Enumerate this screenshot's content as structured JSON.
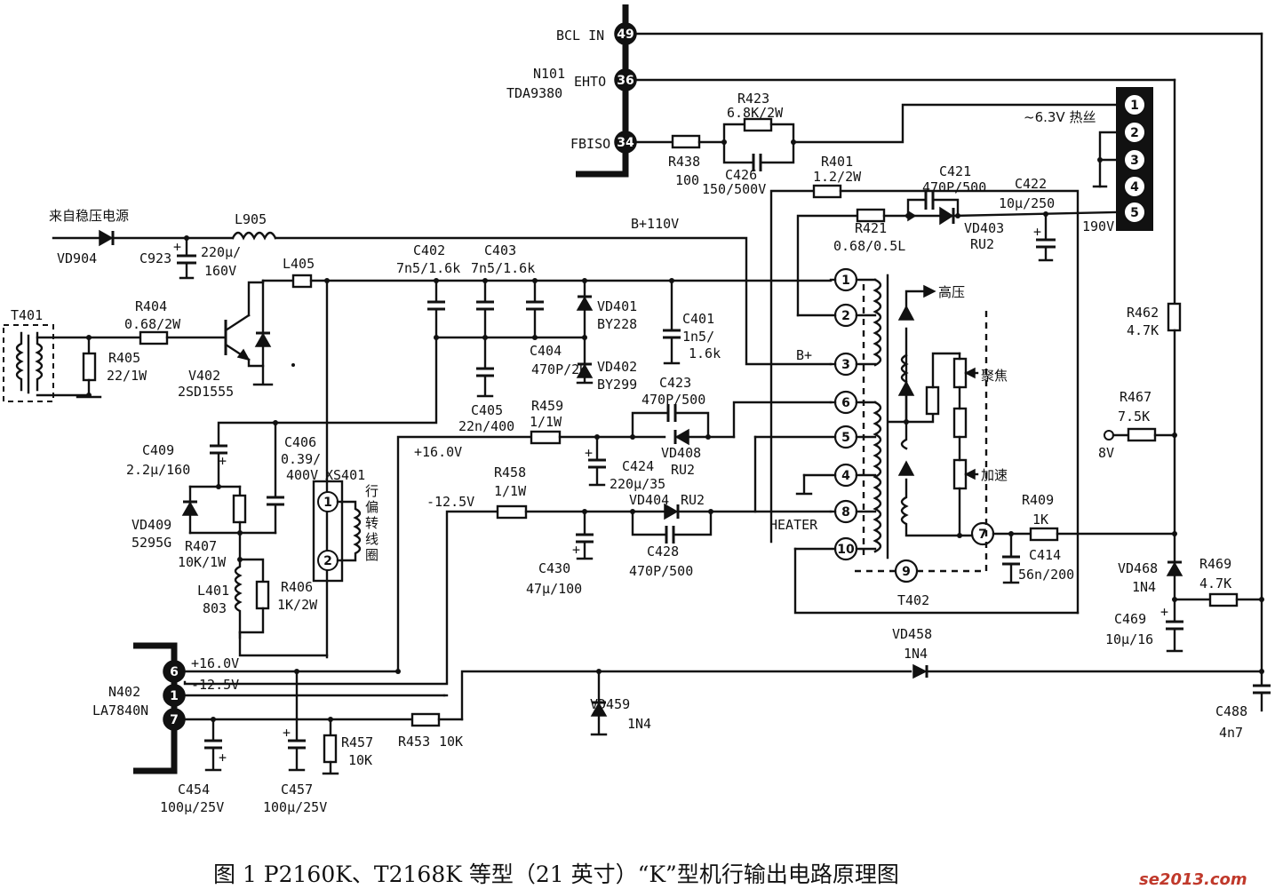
{
  "caption": "图 1    P2160K、T2168K 等型（21 英寸）“K”型机行输出电路原理图",
  "watermark": "se2013.com",
  "ic_n101": {
    "ref": "N101",
    "part": "TDA9380",
    "pins": [
      {
        "num": "49",
        "name": "BCL IN"
      },
      {
        "num": "36",
        "name": "EHTO"
      },
      {
        "num": "34",
        "name": "FBISO"
      }
    ]
  },
  "ic_n402": {
    "ref": "N402",
    "part": "LA7840N",
    "pins": [
      {
        "num": "6",
        "voltage": "+16.0V"
      },
      {
        "num": "1",
        "voltage": "-12.5V"
      },
      {
        "num": "7",
        "voltage": ""
      }
    ]
  },
  "xs401": {
    "ref": "XS401",
    "pins": [
      "1",
      "2"
    ],
    "label": "行偏转线圈"
  },
  "t402": {
    "ref": "T402",
    "pins": [
      "1",
      "2",
      "3",
      "6",
      "5",
      "4",
      "8",
      "10",
      "9",
      "7"
    ],
    "hv": "高压",
    "focus": "聚焦",
    "screen": "加速",
    "heater": "HEATER",
    "bplus": "B+"
  },
  "crt_socket": {
    "pins": [
      "1",
      "2",
      "3",
      "4",
      "5"
    ],
    "heater_label": "~6.3V 热丝",
    "voltage": "190V"
  },
  "nets": {
    "supply_in": "来自稳压电源",
    "b110": "B+110V",
    "p16": "+16.0V",
    "m12": "-12.5V",
    "v8": "8V"
  },
  "components": {
    "r423": [
      "R423",
      "6.8K/2W"
    ],
    "r438": [
      "R438",
      "100"
    ],
    "c426": [
      "C426",
      "150/500V"
    ],
    "r401": [
      "R401",
      "1.2/2W"
    ],
    "c421": [
      "C421",
      "470P/500"
    ],
    "c422": [
      "C422",
      "10μ/250"
    ],
    "r421": [
      "R421",
      "0.68/0.5L"
    ],
    "vd403": [
      "VD403",
      "RU2"
    ],
    "vd904": [
      "VD904"
    ],
    "l905": [
      "L905"
    ],
    "c923": [
      "C923",
      "220μ/",
      "160V"
    ],
    "l405": [
      "L405"
    ],
    "c402": [
      "C402",
      "7n5/1.6k"
    ],
    "c403": [
      "C403",
      "7n5/1.6k"
    ],
    "vd401": [
      "VD401",
      "BY228"
    ],
    "c401": [
      "C401",
      "1n5/",
      "1.6k"
    ],
    "c404": [
      "C404",
      "470P/2K"
    ],
    "vd402": [
      "VD402",
      "BY299"
    ],
    "c405": [
      "C405",
      "22n/400"
    ],
    "t401": [
      "T401"
    ],
    "r404": [
      "R404",
      "0.68/2W"
    ],
    "r405": [
      "R405",
      "22/1W"
    ],
    "v402": [
      "V402",
      "2SD1555"
    ],
    "c409": [
      "C409",
      "2.2μ/160"
    ],
    "c406": [
      "C406",
      "0.39/",
      "400V"
    ],
    "vd409": [
      "VD409",
      "5295G"
    ],
    "r407": [
      "R407",
      "10K/1W"
    ],
    "l401": [
      "L401",
      "803"
    ],
    "r406": [
      "R406",
      "1K/2W"
    ],
    "r459": [
      "R459",
      "1/1W"
    ],
    "c423": [
      "C423",
      "470P/500"
    ],
    "vd408": [
      "VD408",
      "RU2"
    ],
    "c424": [
      "C424",
      "220μ/35"
    ],
    "r458": [
      "R458",
      "1/1W"
    ],
    "vd404": [
      "VD404",
      "RU2"
    ],
    "c428": [
      "C428",
      "470P/500"
    ],
    "c430": [
      "C430",
      "47μ/100"
    ],
    "r462": [
      "R462",
      "4.7K"
    ],
    "r467": [
      "R467",
      "7.5K"
    ],
    "r409": [
      "R409",
      "1K"
    ],
    "c414": [
      "C414",
      "56n/200"
    ],
    "vd468": [
      "VD468",
      "1N4"
    ],
    "r469": [
      "R469",
      "4.7K"
    ],
    "c469": [
      "C469",
      "10μ/16"
    ],
    "vd458": [
      "VD458",
      "1N4"
    ],
    "vd459": [
      "VD459",
      "1N4"
    ],
    "c488": [
      "C488",
      "4n7"
    ],
    "c454": [
      "C454",
      "100μ/25V"
    ],
    "c457": [
      "C457",
      "100μ/25V"
    ],
    "r457": [
      "R457",
      "10K"
    ],
    "r453": [
      "R453",
      "10K"
    ]
  }
}
